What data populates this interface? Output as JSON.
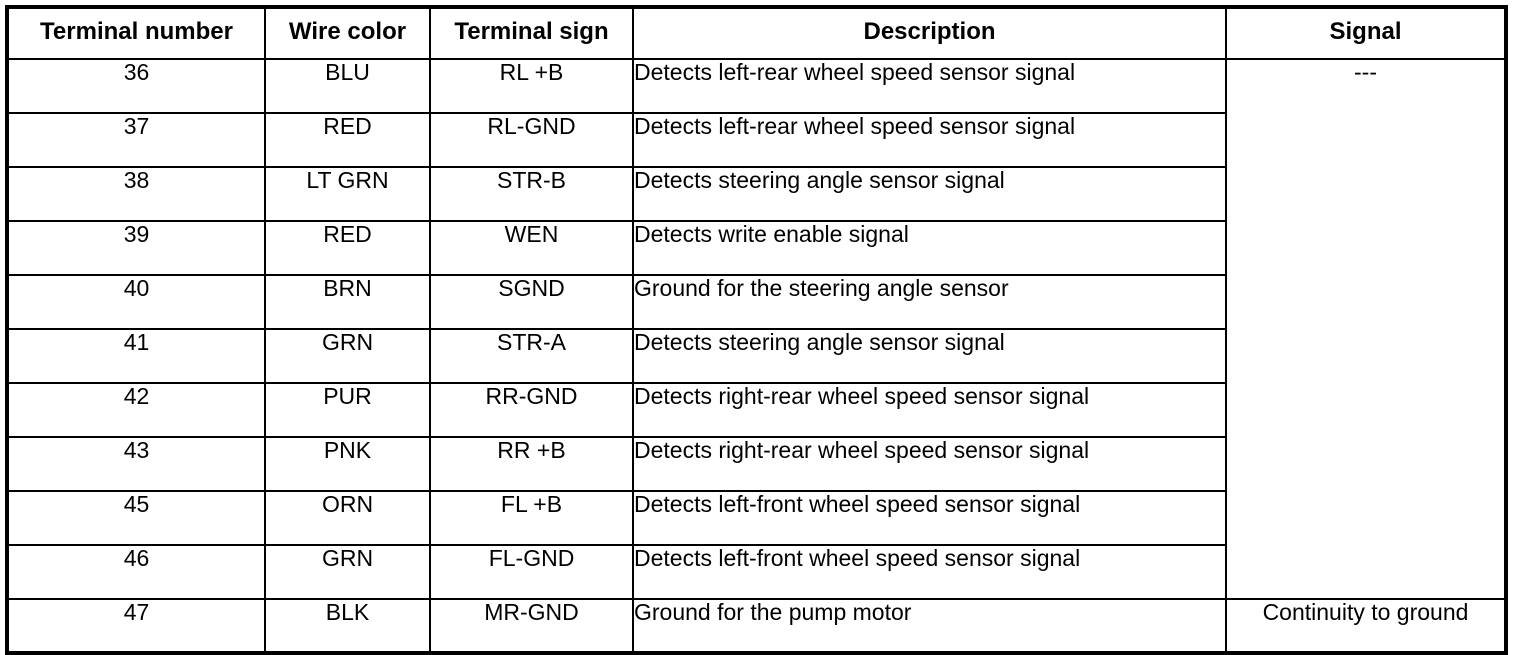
{
  "table": {
    "columns": [
      {
        "key": "terminal_number",
        "label": "Terminal number"
      },
      {
        "key": "wire_color",
        "label": "Wire color"
      },
      {
        "key": "terminal_sign",
        "label": "Terminal sign"
      },
      {
        "key": "description",
        "label": "Description"
      },
      {
        "key": "signal",
        "label": "Signal"
      }
    ],
    "rows": [
      {
        "terminal_number": "36",
        "wire_color": "BLU",
        "terminal_sign": "RL +B",
        "description": "Detects left-rear wheel speed sensor signal"
      },
      {
        "terminal_number": "37",
        "wire_color": "RED",
        "terminal_sign": "RL-GND",
        "description": "Detects left-rear wheel speed sensor signal"
      },
      {
        "terminal_number": "38",
        "wire_color": "LT GRN",
        "terminal_sign": "STR-B",
        "description": "Detects steering angle sensor signal"
      },
      {
        "terminal_number": "39",
        "wire_color": "RED",
        "terminal_sign": "WEN",
        "description": "Detects write enable signal"
      },
      {
        "terminal_number": "40",
        "wire_color": "BRN",
        "terminal_sign": "SGND",
        "description": "Ground for the steering angle sensor"
      },
      {
        "terminal_number": "41",
        "wire_color": "GRN",
        "terminal_sign": "STR-A",
        "description": "Detects steering angle sensor signal"
      },
      {
        "terminal_number": "42",
        "wire_color": "PUR",
        "terminal_sign": "RR-GND",
        "description": "Detects right-rear wheel speed sensor signal"
      },
      {
        "terminal_number": "43",
        "wire_color": "PNK",
        "terminal_sign": "RR +B",
        "description": "Detects right-rear wheel speed sensor signal"
      },
      {
        "terminal_number": "45",
        "wire_color": "ORN",
        "terminal_sign": "FL +B",
        "description": "Detects left-front wheel speed sensor signal"
      },
      {
        "terminal_number": "46",
        "wire_color": "GRN",
        "terminal_sign": "FL-GND",
        "description": "Detects left-front wheel speed sensor signal"
      },
      {
        "terminal_number": "47",
        "wire_color": "BLK",
        "terminal_sign": "MR-GND",
        "description": "Ground for the pump motor"
      }
    ],
    "signal_merged_value": "---",
    "signal_merged_span": 10,
    "signal_last_value": "Continuity to ground"
  },
  "style": {
    "text_color": "#000000",
    "background_color": "#ffffff",
    "border_color": "#000000"
  }
}
